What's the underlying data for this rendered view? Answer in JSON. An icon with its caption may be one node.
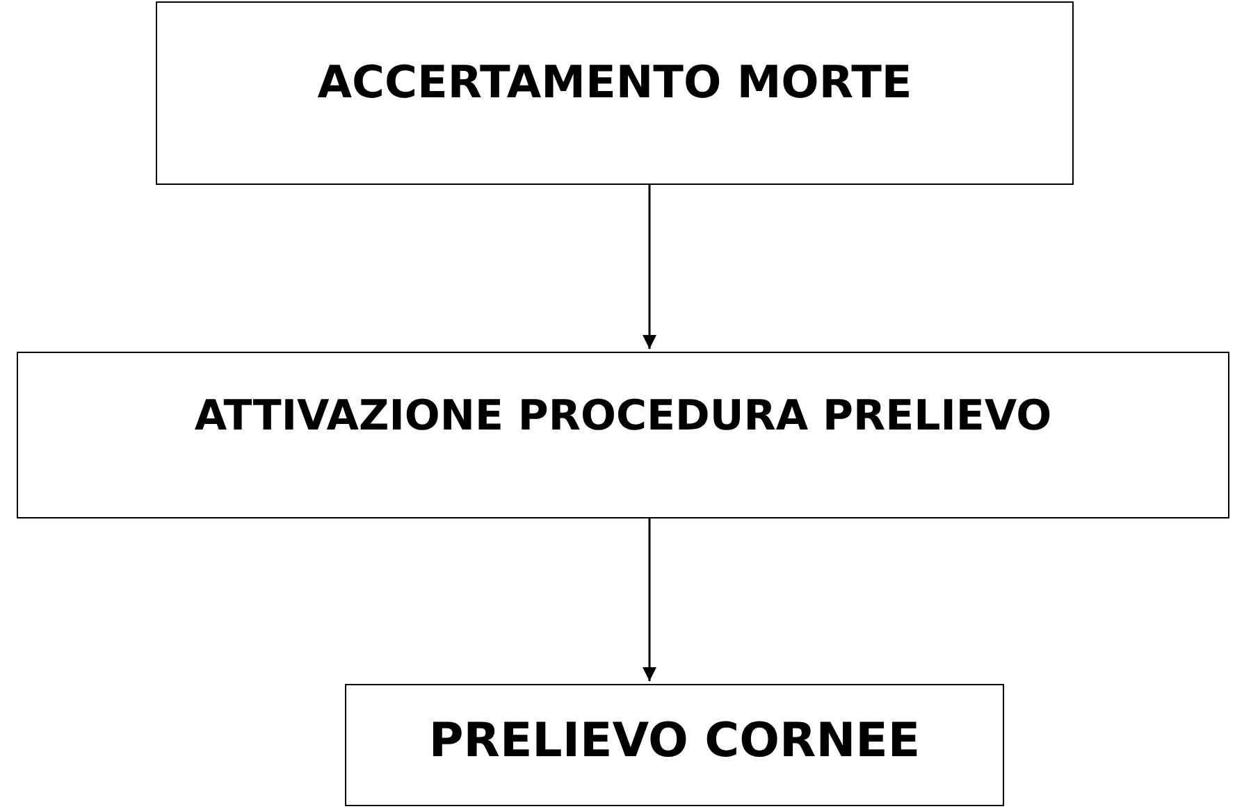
{
  "diagram": {
    "nodes": [
      {
        "text": [
          "ACCERTAMENTO MORTE"
        ]
      },
      {
        "text": [
          "ATTIVAZIONE PROCEDURA PRELIEVO"
        ]
      },
      {
        "text": [
          "PRELIEVO CORNEE"
        ]
      }
    ],
    "edges": [
      {
        "from": 0,
        "to": 1,
        "arrow": "to"
      },
      {
        "from": 1,
        "to": 2,
        "arrow": "to"
      }
    ]
  }
}
